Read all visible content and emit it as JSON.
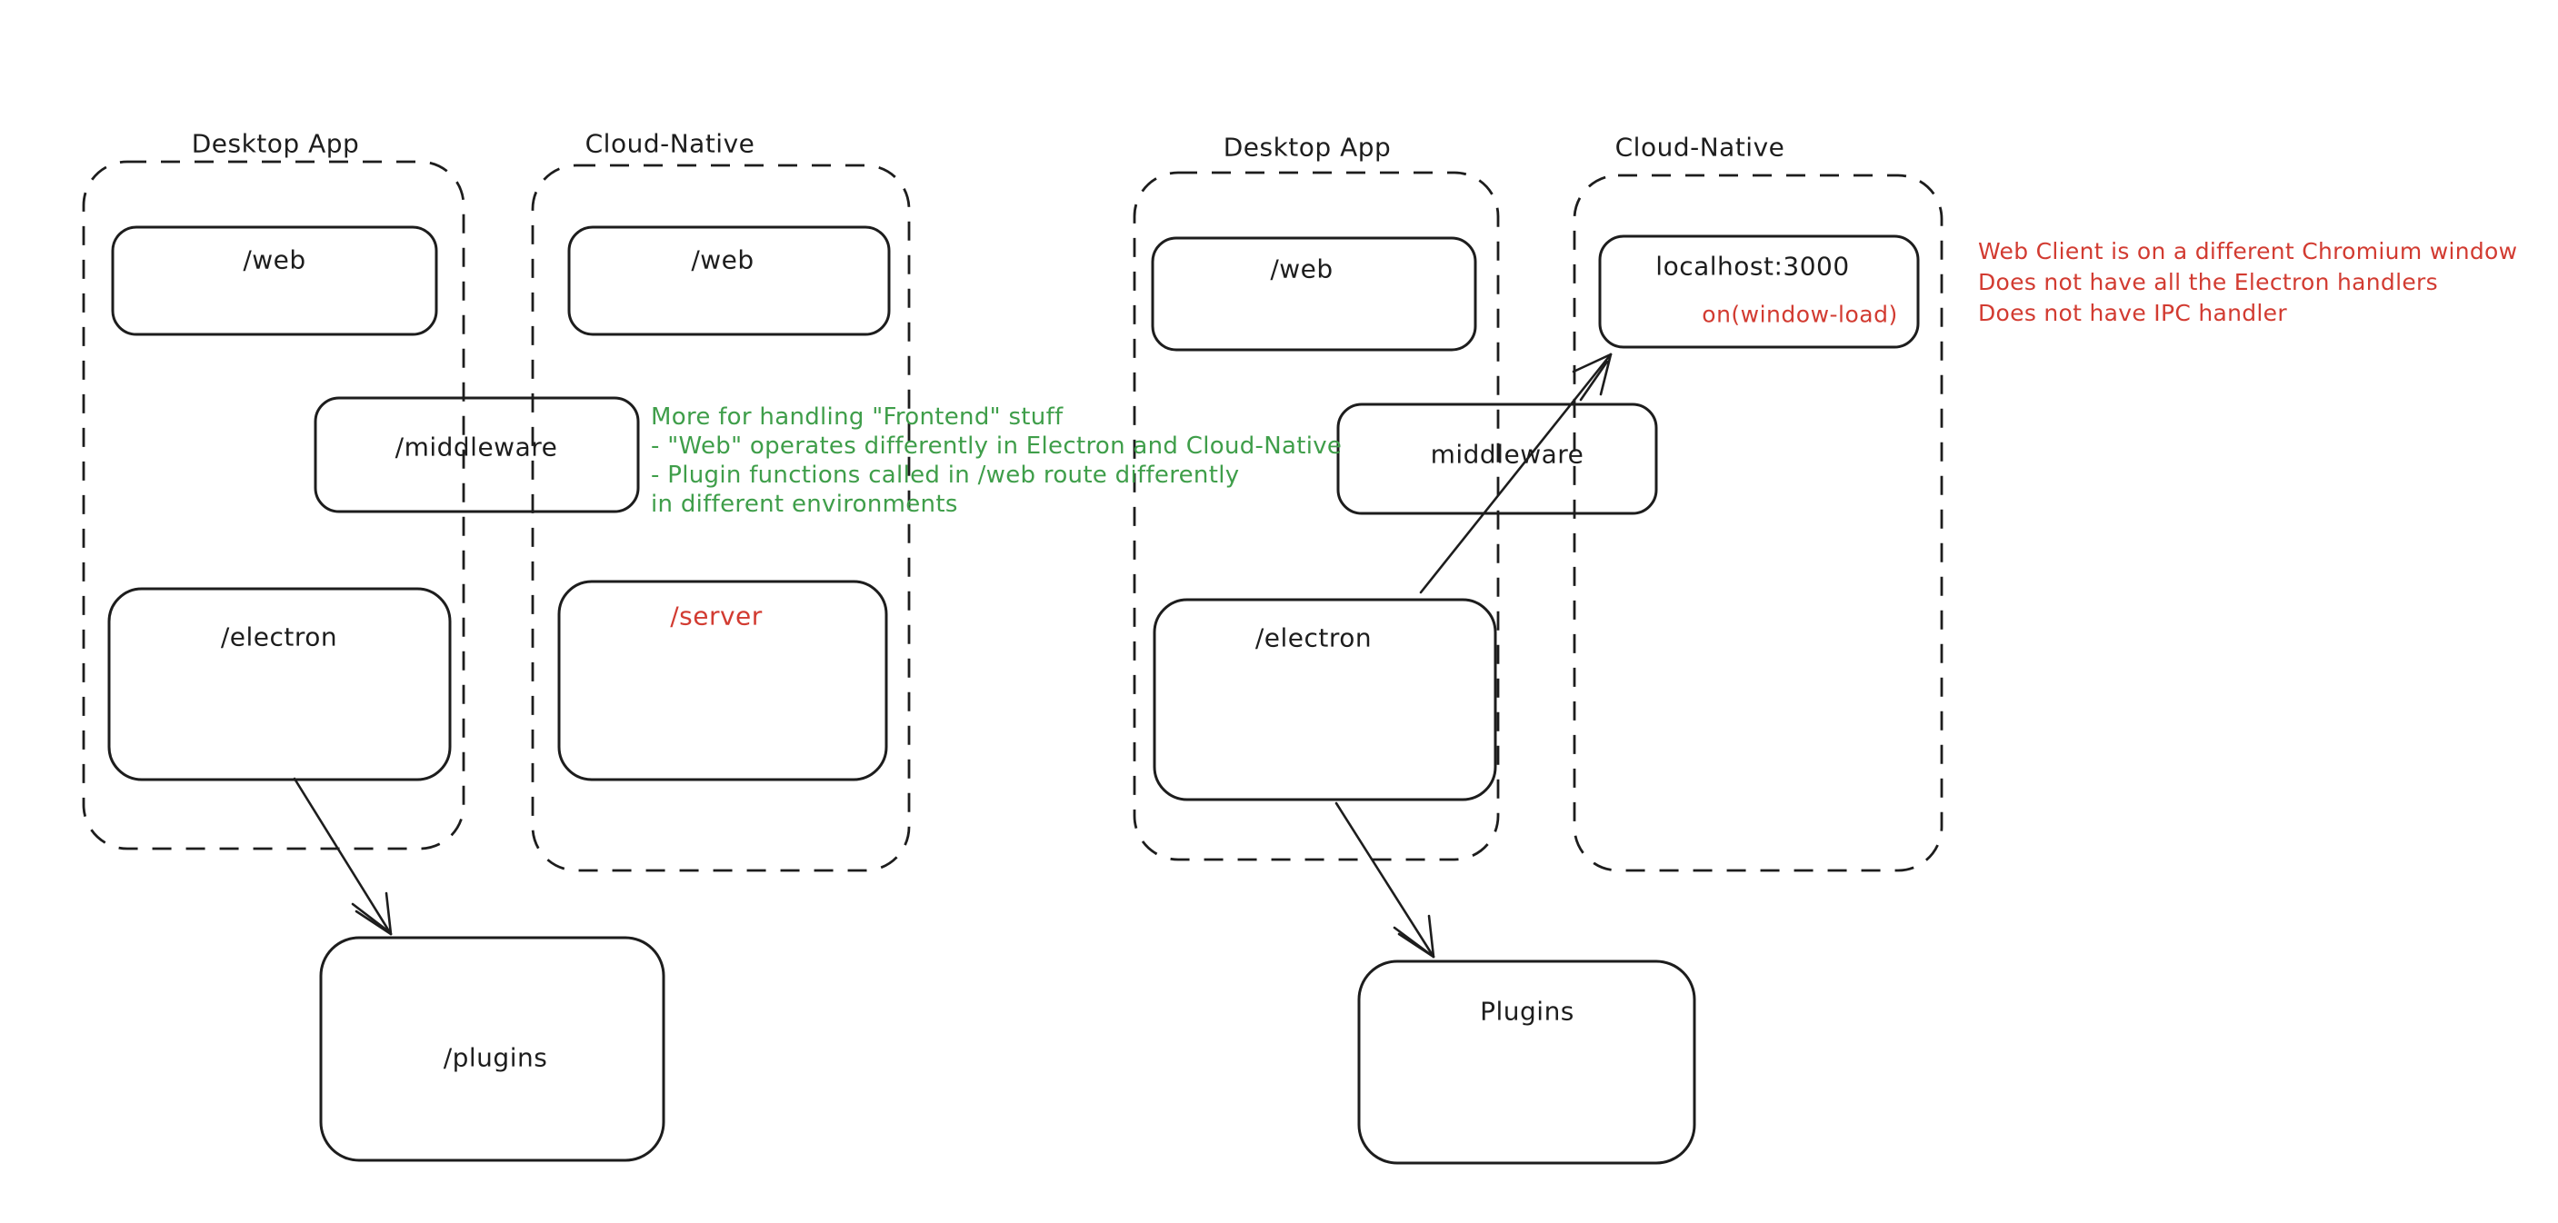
{
  "colors": {
    "ink": "#1d1d1d",
    "green": "#3f9e4a",
    "red": "#d23b31",
    "background": "#ffffff"
  },
  "left": {
    "desktop_label": "Desktop App",
    "cloud_label": "Cloud-Native",
    "web_desktop": "/web",
    "web_cloud": "/web",
    "middleware": "/middleware",
    "electron": "/electron",
    "server": "/server",
    "plugins": "/plugins",
    "note_lines": [
      "More for handling \"Frontend\" stuff",
      "- \"Web\" operates differently in Electron and Cloud-Native",
      "- Plugin functions called in /web route differently",
      "in different environments"
    ]
  },
  "right": {
    "desktop_label": "Desktop App",
    "cloud_label": "Cloud-Native",
    "web_desktop": "/web",
    "localhost": "localhost:3000",
    "window_event": "on(window-load)",
    "middleware": "middleware",
    "electron": "/electron",
    "plugins": "Plugins",
    "note_lines": [
      "Web Client is on a different Chromium window",
      "Does not have all the Electron handlers",
      "Does not have IPC handler"
    ]
  }
}
